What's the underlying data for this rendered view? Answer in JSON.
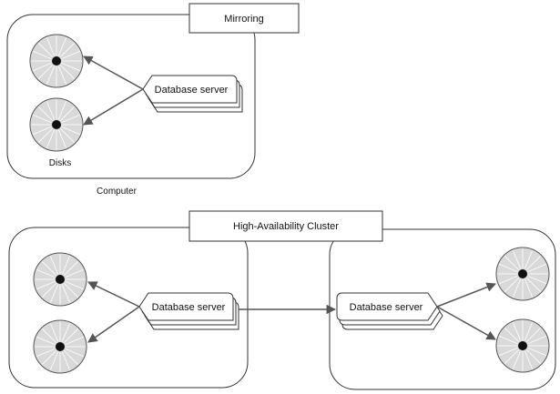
{
  "mirroring": {
    "title": "Mirroring",
    "server_label": "Database server",
    "disks_label": "Disks",
    "computer_label": "Computer"
  },
  "cluster": {
    "title": "High-Availability Cluster",
    "left_server_label": "Database server",
    "right_server_label": "Database server"
  },
  "colors": {
    "stroke": "#333333",
    "disk_fill": "#d9d9d9",
    "disk_spoke": "#ffffff",
    "arrow": "#555555"
  }
}
